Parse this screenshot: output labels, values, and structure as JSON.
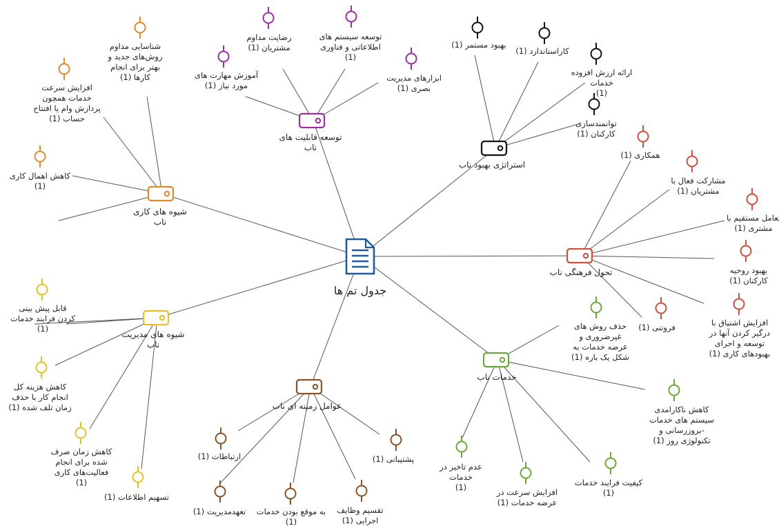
{
  "colors": {
    "root": "#1f5c99",
    "link": "#555555",
    "capability": "#9a2ea3",
    "strategy": "#111111",
    "culture": "#c9503a",
    "services": "#6aa83a",
    "context": "#8a5226",
    "management": "#e6c02a",
    "work": "#de8a2a"
  },
  "root": {
    "label": "جدول تم ها",
    "icon": "document-icon"
  },
  "themes": [
    {
      "id": "capability",
      "label_lines": [
        "توسعه قابلیت های",
        "ناب"
      ],
      "nodes": [
        {
          "id": "cap1",
          "lines": [
            "آموزش مهارت های",
            "مورد نیاز (1)"
          ]
        },
        {
          "id": "cap2",
          "lines": [
            "رضایت مداوم",
            "مشتریان (1)"
          ]
        },
        {
          "id": "cap3",
          "lines": [
            "توسعه سیستم های",
            "اطلاعاتی و فناوری",
            "(1)"
          ]
        },
        {
          "id": "cap4",
          "lines": [
            "ابزارهای مدیریت",
            "بصری (1)"
          ]
        }
      ]
    },
    {
      "id": "strategy",
      "label_lines": [
        "استراتژی بهبود ناب"
      ],
      "nodes": [
        {
          "id": "str1",
          "lines": [
            "بهبود مستمر (1)"
          ]
        },
        {
          "id": "str2",
          "lines": [
            "کاراستاندارد (1)"
          ]
        },
        {
          "id": "str3",
          "lines": [
            "ارائه ارزش افزوده",
            "خدمات",
            "(1)"
          ]
        },
        {
          "id": "str4",
          "lines": [
            "توانمندسازی",
            "کارکنان (1)"
          ]
        }
      ]
    },
    {
      "id": "culture",
      "label_lines": [
        "تحول فرهنگی ناب"
      ],
      "nodes": [
        {
          "id": "cul1",
          "lines": [
            "همکاری (1)"
          ]
        },
        {
          "id": "cul2",
          "lines": [
            "مشارکت فعال با",
            "مشتریان (1)"
          ]
        },
        {
          "id": "cul3",
          "lines": [
            "تعامل مستقیم با",
            "مشتری (1)"
          ]
        },
        {
          "id": "cul4",
          "lines": [
            "بهبود روحیه",
            "کارکنان (1)"
          ]
        },
        {
          "id": "cul5",
          "lines": [
            "افزایش اشتیاق با",
            "درگیر کردن آنها در",
            "توسعه و اجرای",
            "بهبودهای کاری (1)"
          ]
        },
        {
          "id": "cul6",
          "lines": [
            "فروتنی (1)"
          ]
        }
      ]
    },
    {
      "id": "services",
      "label_lines": [
        "خدمات ناب"
      ],
      "nodes": [
        {
          "id": "svc1",
          "lines": [
            "حذف روش های",
            "غیرضروری و",
            "عرضه خدمات به",
            "شکل یک باره (1)"
          ]
        },
        {
          "id": "svc2",
          "lines": [
            "کاهش ناکارامدی",
            "سیستم های خدمات",
            "-بروزرسانی و",
            "تکنولوژی روز (1)"
          ]
        },
        {
          "id": "svc3",
          "lines": [
            "کیفیت فرایند خدمات",
            "(1)"
          ]
        },
        {
          "id": "svc4",
          "lines": [
            "افزایش سرعت در",
            "عرضه خدمات (1)"
          ]
        },
        {
          "id": "svc5",
          "lines": [
            "عدم تاخیر در",
            "خدمات",
            "(1)"
          ]
        }
      ]
    },
    {
      "id": "context",
      "label_lines": [
        "عوامل زمینه ای ناب"
      ],
      "nodes": [
        {
          "id": "ctx1",
          "lines": [
            "ارتباطات (1)"
          ]
        },
        {
          "id": "ctx2",
          "lines": [
            "تعهدمدیریت (1)"
          ]
        },
        {
          "id": "ctx3",
          "lines": [
            "به موقع بودن خدمات",
            "(1)"
          ]
        },
        {
          "id": "ctx4",
          "lines": [
            "تقسیم وظایف",
            "اجرایی (1)"
          ]
        },
        {
          "id": "ctx5",
          "lines": [
            "پشتیبانی (1)"
          ]
        }
      ]
    },
    {
      "id": "management",
      "label_lines": [
        "شیوه های مدیریت",
        "ناب"
      ],
      "nodes": [
        {
          "id": "mgt1",
          "lines": [
            "قابل پیش بینی",
            "کردن فرایند خدمات",
            "(1)"
          ]
        },
        {
          "id": "mgt2",
          "lines": [
            "کاهش هزینه کل",
            "انجام کار با حذف",
            "زمان تلف شده (1)"
          ]
        },
        {
          "id": "mgt3",
          "lines": [
            "کاهش زمان صرف",
            "شده برای انجام",
            "فعالیت‌های کاری",
            "(1)"
          ]
        },
        {
          "id": "mgt4",
          "lines": [
            "تسهیم اطلاعات (1)"
          ]
        }
      ]
    },
    {
      "id": "work",
      "label_lines": [
        "شیوه های کاری",
        "ناب"
      ],
      "nodes": [
        {
          "id": "wrk1",
          "lines": [
            "شناسایی مداوم",
            "روش‌های جدید و",
            "بهتر برای انجام",
            "کارها (1)"
          ]
        },
        {
          "id": "wrk2",
          "lines": [
            "افزایش سرعت",
            "خدمات همچون",
            "پردازش وام یا افتتاح",
            "حساب (1)"
          ]
        },
        {
          "id": "wrk3",
          "lines": [
            "کاهش اهمال کاری",
            "(1)"
          ]
        }
      ]
    }
  ]
}
